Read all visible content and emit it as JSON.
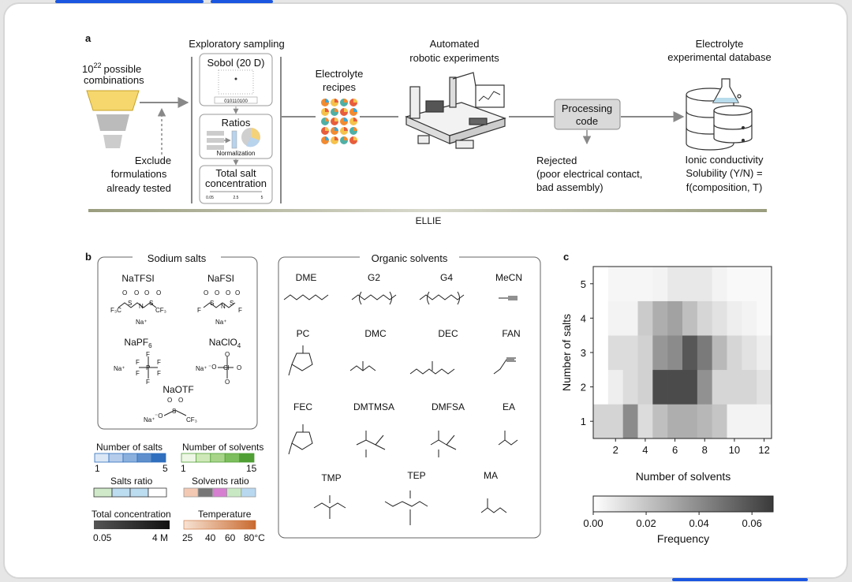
{
  "panel_a": {
    "label": "a",
    "combinations": {
      "base": "10",
      "exp": "22",
      "line1": "possible",
      "line2": "combinations"
    },
    "exclude": [
      "Exclude",
      "formulations",
      "already tested"
    ],
    "exploratory": "Exploratory sampling",
    "sobol": {
      "title": "Sobol (20 D)",
      "code": "010110100"
    },
    "ratios": {
      "title": "Ratios",
      "sub": "Normalization"
    },
    "salt_conc": {
      "title1": "Total salt",
      "title2": "concentration",
      "ticks": [
        "0.05",
        "2.5",
        "5"
      ]
    },
    "recipes": [
      "Electrolyte",
      "recipes"
    ],
    "robotic": [
      "Automated",
      "robotic experiments"
    ],
    "processing": [
      "Processing",
      "code"
    ],
    "rejected": [
      "Rejected",
      "(poor electrical contact,",
      "bad assembly)"
    ],
    "database": [
      "Electrolyte",
      "experimental database"
    ],
    "outputs": [
      "Ionic conductivity",
      "Solubility (Y/N) =",
      "f(composition, T)"
    ],
    "ellie": "ELLIE"
  },
  "panel_b": {
    "label": "b",
    "salts_title": "Sodium salts",
    "salts": [
      {
        "name": "NaTFSI",
        "sub": ""
      },
      {
        "name": "NaFSI",
        "sub": ""
      },
      {
        "name": "NaPF",
        "sub": "6"
      },
      {
        "name": "NaClO",
        "sub": "4"
      },
      {
        "name": "NaOTF",
        "sub": ""
      }
    ],
    "solvents_title": "Organic solvents",
    "solvents": [
      "DME",
      "G2",
      "G4",
      "MeCN",
      "PC",
      "DMC",
      "DEC",
      "FAN",
      "FEC",
      "DMTMSA",
      "DMFSA",
      "EA",
      "TMP",
      "TEP",
      "MA"
    ],
    "legends": {
      "num_salts": {
        "title": "Number of salts",
        "min": "1",
        "max": "5",
        "colors": [
          "#dbe7f5",
          "#b5ccea",
          "#8bb0dd",
          "#5f90cd",
          "#2f6fbd"
        ]
      },
      "num_solvents": {
        "title": "Number of solvents",
        "min": "1",
        "max": "15",
        "colors": [
          "#eef6e6",
          "#cfe8b8",
          "#a8d48a",
          "#7cbd5d",
          "#4f9f35"
        ]
      },
      "salts_ratio": {
        "title": "Salts ratio",
        "colors": [
          "#cfe9c9",
          "#bcdcf0",
          "#bcdcf0",
          "#ffffff"
        ]
      },
      "solvents_ratio": {
        "title": "Solvents ratio",
        "colors": [
          "#f4c9b3",
          "#777777",
          "#d67fd1",
          "#c8e8c4",
          "#b8d8f0"
        ]
      },
      "total_conc": {
        "title": "Total concentration",
        "min": "0.05",
        "max": "4 M"
      },
      "temperature": {
        "title": "Temperature",
        "ticks": [
          "25",
          "40",
          "60",
          "80°C"
        ]
      }
    }
  },
  "panel_c": {
    "label": "c",
    "chart_data": {
      "type": "heatmap",
      "xlabel": "Number of solvents",
      "ylabel": "Number of salts",
      "x": [
        1,
        2,
        3,
        4,
        5,
        6,
        7,
        8,
        9,
        10,
        11,
        12
      ],
      "y": [
        1,
        2,
        3,
        4,
        5
      ],
      "x_ticks": [
        "2",
        "4",
        "6",
        "8",
        "10",
        "12"
      ],
      "y_ticks": [
        "1",
        "2",
        "3",
        "4",
        "5"
      ],
      "values": [
        [
          0.015,
          0.015,
          0.04,
          0.012,
          0.022,
          0.028,
          0.028,
          0.025,
          0.02,
          0.004,
          0.004,
          0.004
        ],
        [
          0.0,
          0.006,
          0.012,
          0.016,
          0.062,
          0.062,
          0.062,
          0.038,
          0.014,
          0.014,
          0.014,
          0.01
        ],
        [
          0.0,
          0.012,
          0.012,
          0.016,
          0.036,
          0.04,
          0.058,
          0.046,
          0.024,
          0.014,
          0.01,
          0.006
        ],
        [
          0.0,
          0.004,
          0.004,
          0.018,
          0.028,
          0.032,
          0.022,
          0.014,
          0.01,
          0.006,
          0.004,
          0.002
        ],
        [
          0.0,
          0.003,
          0.003,
          0.003,
          0.004,
          0.008,
          0.008,
          0.008,
          0.004,
          0.002,
          0.002,
          0.002
        ]
      ],
      "colorbar": {
        "label": "Frequency",
        "min": 0.0,
        "max": 0.068,
        "ticks": [
          "0.00",
          "0.02",
          "0.04",
          "0.06"
        ]
      }
    }
  }
}
